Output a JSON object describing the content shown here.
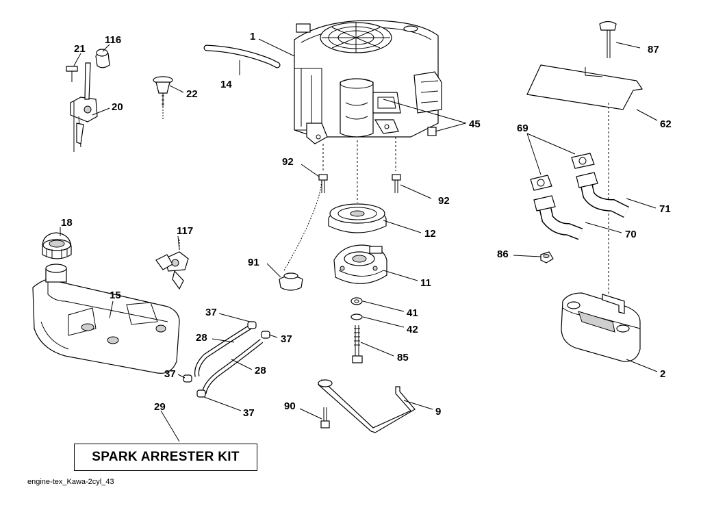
{
  "kit": {
    "label": "SPARK ARRESTER KIT"
  },
  "caption": "engine-tex_Kawa-2cyl_43",
  "labels": {
    "p1": "1",
    "p116": "116",
    "p21": "21",
    "p22": "22",
    "p14": "14",
    "p20": "20",
    "p87": "87",
    "p62": "62",
    "p45": "45",
    "p69": "69",
    "p92a": "92",
    "p92b": "92",
    "p71": "71",
    "p18": "18",
    "p117": "117",
    "p12": "12",
    "p70": "70",
    "p91": "91",
    "p86": "86",
    "p11": "11",
    "p15": "15",
    "p41": "41",
    "p37a": "37",
    "p42": "42",
    "p37b": "37",
    "p28a": "28",
    "p85": "85",
    "p28b": "28",
    "p2": "2",
    "p37c": "37",
    "p29": "29",
    "p90": "90",
    "p9": "9",
    "p37d": "37"
  }
}
